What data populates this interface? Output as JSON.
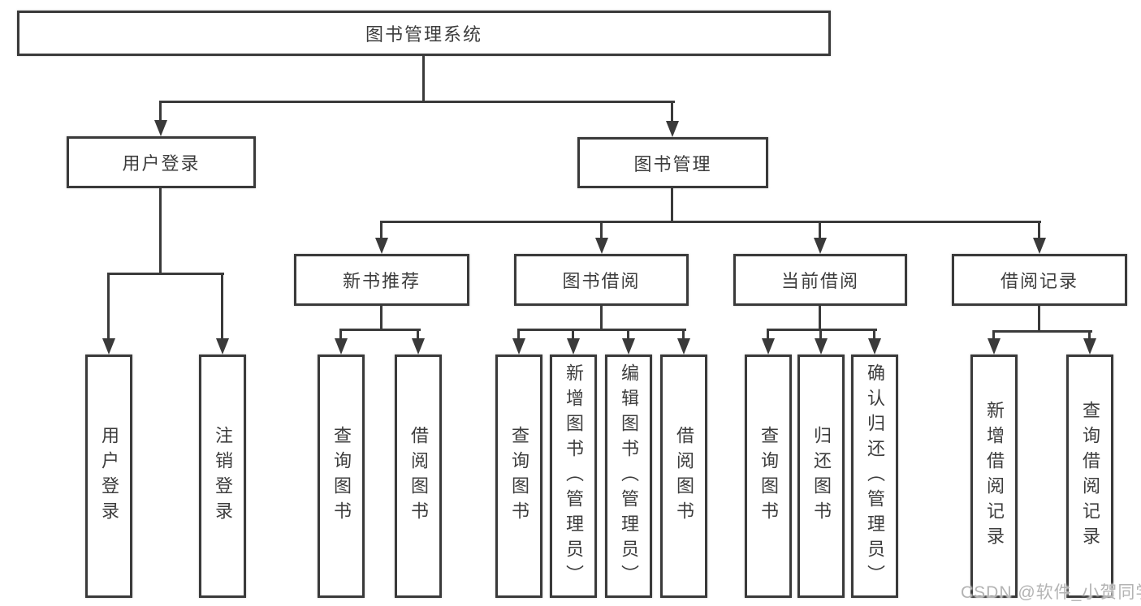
{
  "diagram": {
    "root": {
      "label": "图书管理系统"
    },
    "level2": [
      {
        "label": "用户登录"
      },
      {
        "label": "图书管理"
      }
    ],
    "level3": [
      {
        "label": "新书推荐",
        "parent": "图书管理"
      },
      {
        "label": "图书借阅",
        "parent": "图书管理"
      },
      {
        "label": "当前借阅",
        "parent": "图书管理"
      },
      {
        "label": "借阅记录",
        "parent": "图书管理"
      }
    ],
    "level4": [
      {
        "label": "用户登录",
        "parent": "用户登录"
      },
      {
        "label": "注销登录",
        "parent": "用户登录"
      },
      {
        "label": "查询图书",
        "parent": "新书推荐"
      },
      {
        "label": "借阅图书",
        "parent": "新书推荐"
      },
      {
        "label": "查询图书",
        "parent": "图书借阅"
      },
      {
        "label": "新增图书（管理员）",
        "parent": "图书借阅"
      },
      {
        "label": "编辑图书（管理员）",
        "parent": "图书借阅"
      },
      {
        "label": "借阅图书",
        "parent": "图书借阅"
      },
      {
        "label": "查询图书",
        "parent": "当前借阅"
      },
      {
        "label": "归还图书",
        "parent": "当前借阅"
      },
      {
        "label": "确认归还（管理员）",
        "parent": "当前借阅"
      },
      {
        "label": "新增借阅记录",
        "parent": "借阅记录"
      },
      {
        "label": "查询借阅记录",
        "parent": "借阅记录"
      }
    ]
  },
  "watermark": {
    "text": "CSDN @软件_小贺同学"
  },
  "colors": {
    "line": "#3a3a3a",
    "text": "#3d3d3d",
    "watermark": "#b3b3b3",
    "background": "#ffffff"
  }
}
